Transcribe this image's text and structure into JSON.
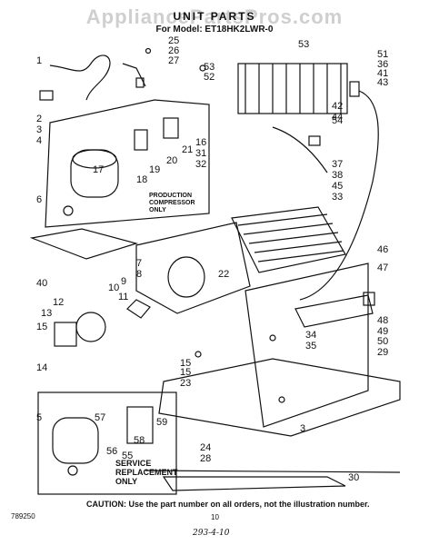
{
  "watermark": "AppliancePartsPros.com",
  "title": "UNIT PARTS",
  "subtitle": "For Model: ET18HK2LWR-0",
  "production_note": [
    "PRODUCTION",
    "COMPRESSOR",
    "ONLY"
  ],
  "service_note": [
    "SERVICE",
    "REPLACEMENT",
    "ONLY"
  ],
  "caution": "CAUTION: Use the part number on all orders, not the illustration number.",
  "page_number": "10",
  "doc_code": "789250",
  "handwritten": "293-4-10",
  "callouts": [
    "1",
    "2",
    "3",
    "4",
    "5",
    "6",
    "7",
    "8",
    "9",
    "10",
    "11",
    "12",
    "13",
    "14",
    "15",
    "15",
    "16",
    "17",
    "18",
    "19",
    "20",
    "21",
    "22",
    "23",
    "24",
    "25",
    "26",
    "27",
    "28",
    "29",
    "30",
    "31",
    "32",
    "33",
    "34",
    "35",
    "36",
    "37",
    "38",
    "40",
    "41",
    "42",
    "43",
    "44",
    "45",
    "46",
    "47",
    "48",
    "49",
    "50",
    "51",
    "52",
    "53",
    "53",
    "54",
    "55",
    "56",
    "57",
    "58",
    "59",
    "3",
    "15"
  ]
}
